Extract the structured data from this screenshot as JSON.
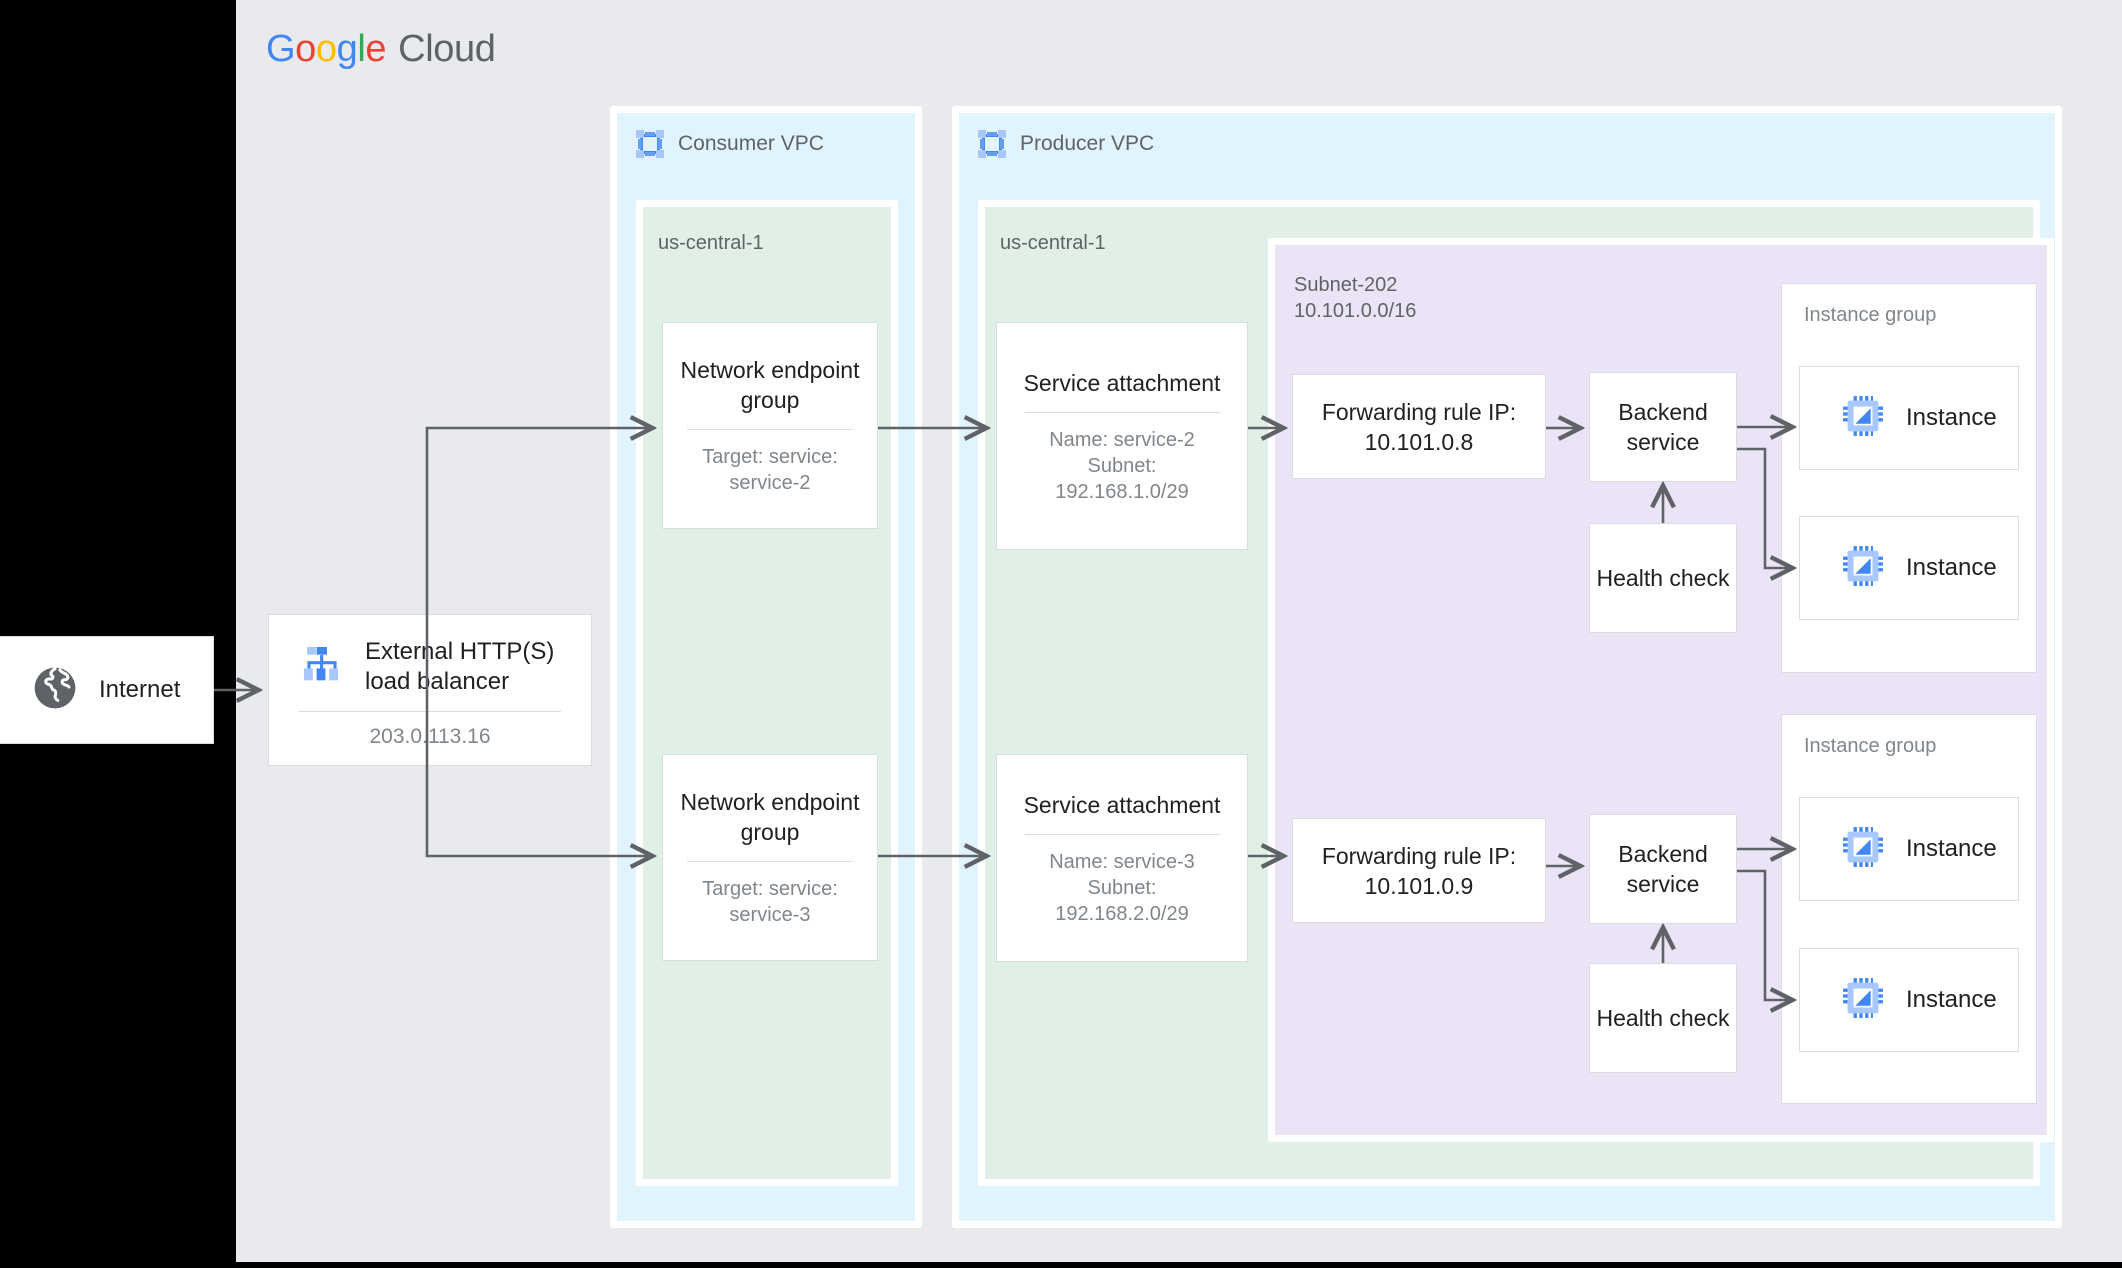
{
  "brand": {
    "google_letters": [
      {
        "ch": "G",
        "color": "#4285F4"
      },
      {
        "ch": "o",
        "color": "#EA4335"
      },
      {
        "ch": "o",
        "color": "#FBBC05"
      },
      {
        "ch": "g",
        "color": "#4285F4"
      },
      {
        "ch": "l",
        "color": "#34A853"
      },
      {
        "ch": "e",
        "color": "#EA4335"
      }
    ],
    "cloud_text": "Cloud"
  },
  "colors": {
    "canvas": "#E8EAED",
    "vpc_panel": "#E1F3FD",
    "region_panel": "#E0F0E7",
    "subnet_panel": "#EBE4F6",
    "card": "#FFFFFF",
    "border": "#DADCE0",
    "title_text": "#202124",
    "muted_text": "#80868B",
    "label_text": "#5F6368",
    "wire": "#5F6368",
    "icon_blue": "#4285F4",
    "icon_blue_light": "#A8C7FA",
    "globe_gray": "#5F6368"
  },
  "internet": {
    "label": "Internet",
    "icon": "globe-icon"
  },
  "load_balancer": {
    "title": "External HTTP(S)\nload balancer",
    "ip": "203.0.113.16",
    "icon": "load-balancer-icon"
  },
  "consumer_vpc": {
    "header": "Consumer VPC",
    "icon": "vpc-icon",
    "region": "us-central-1",
    "negs": [
      {
        "title": "Network\nendpoint group",
        "sub": "Target: service:\nservice-2"
      },
      {
        "title": "Network\nendpoint group",
        "sub": "Target: service:\nservice-3"
      }
    ]
  },
  "producer_vpc": {
    "header": "Producer VPC",
    "icon": "vpc-icon",
    "region": "us-central-1",
    "subnet_label": "Subnet-202\n10.101.0.0/16",
    "service_attachments": [
      {
        "title": "Service attachment",
        "sub": "Name: service-2\nSubnet:\n192.168.1.0/29"
      },
      {
        "title": "Service attachment",
        "sub": "Name: service-3\nSubnet:\n192.168.2.0/29"
      }
    ],
    "forwarding_rules": [
      {
        "title": "Forwarding rule\nIP: 10.101.0.8"
      },
      {
        "title": "Forwarding rule\nIP: 10.101.0.9"
      }
    ],
    "backend_services": [
      {
        "title": "Backend\nservice"
      },
      {
        "title": "Backend\nservice"
      }
    ],
    "health_checks": [
      {
        "title": "Health\ncheck"
      },
      {
        "title": "Health\ncheck"
      }
    ],
    "instance_groups": [
      {
        "label": "Instance group",
        "instances": [
          "Instance",
          "Instance"
        ]
      },
      {
        "label": "Instance group",
        "instances": [
          "Instance",
          "Instance"
        ]
      }
    ]
  }
}
